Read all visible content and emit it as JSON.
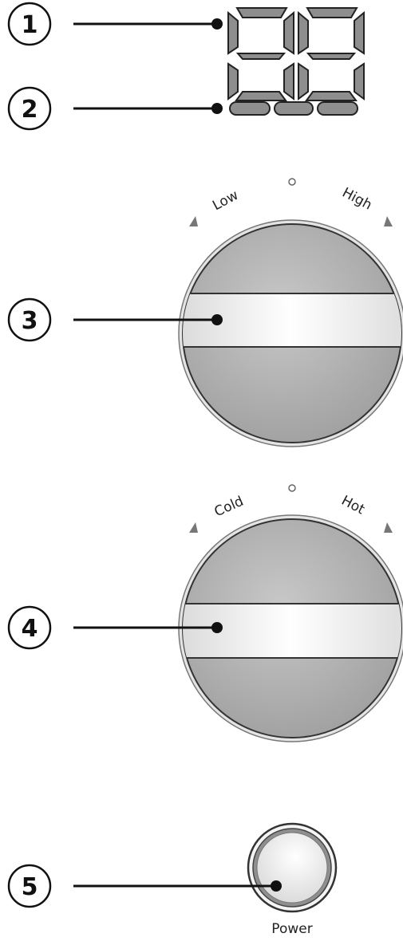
{
  "callouts": [
    "1",
    "2",
    "3",
    "4",
    "5"
  ],
  "display": {
    "digits": [
      "8",
      "8"
    ],
    "indicators": 3
  },
  "fan_dial": {
    "low_label": "Low",
    "high_label": "High"
  },
  "temp_dial": {
    "cold_label": "Cold",
    "hot_label": "Hot"
  },
  "power": {
    "label": "Power"
  }
}
